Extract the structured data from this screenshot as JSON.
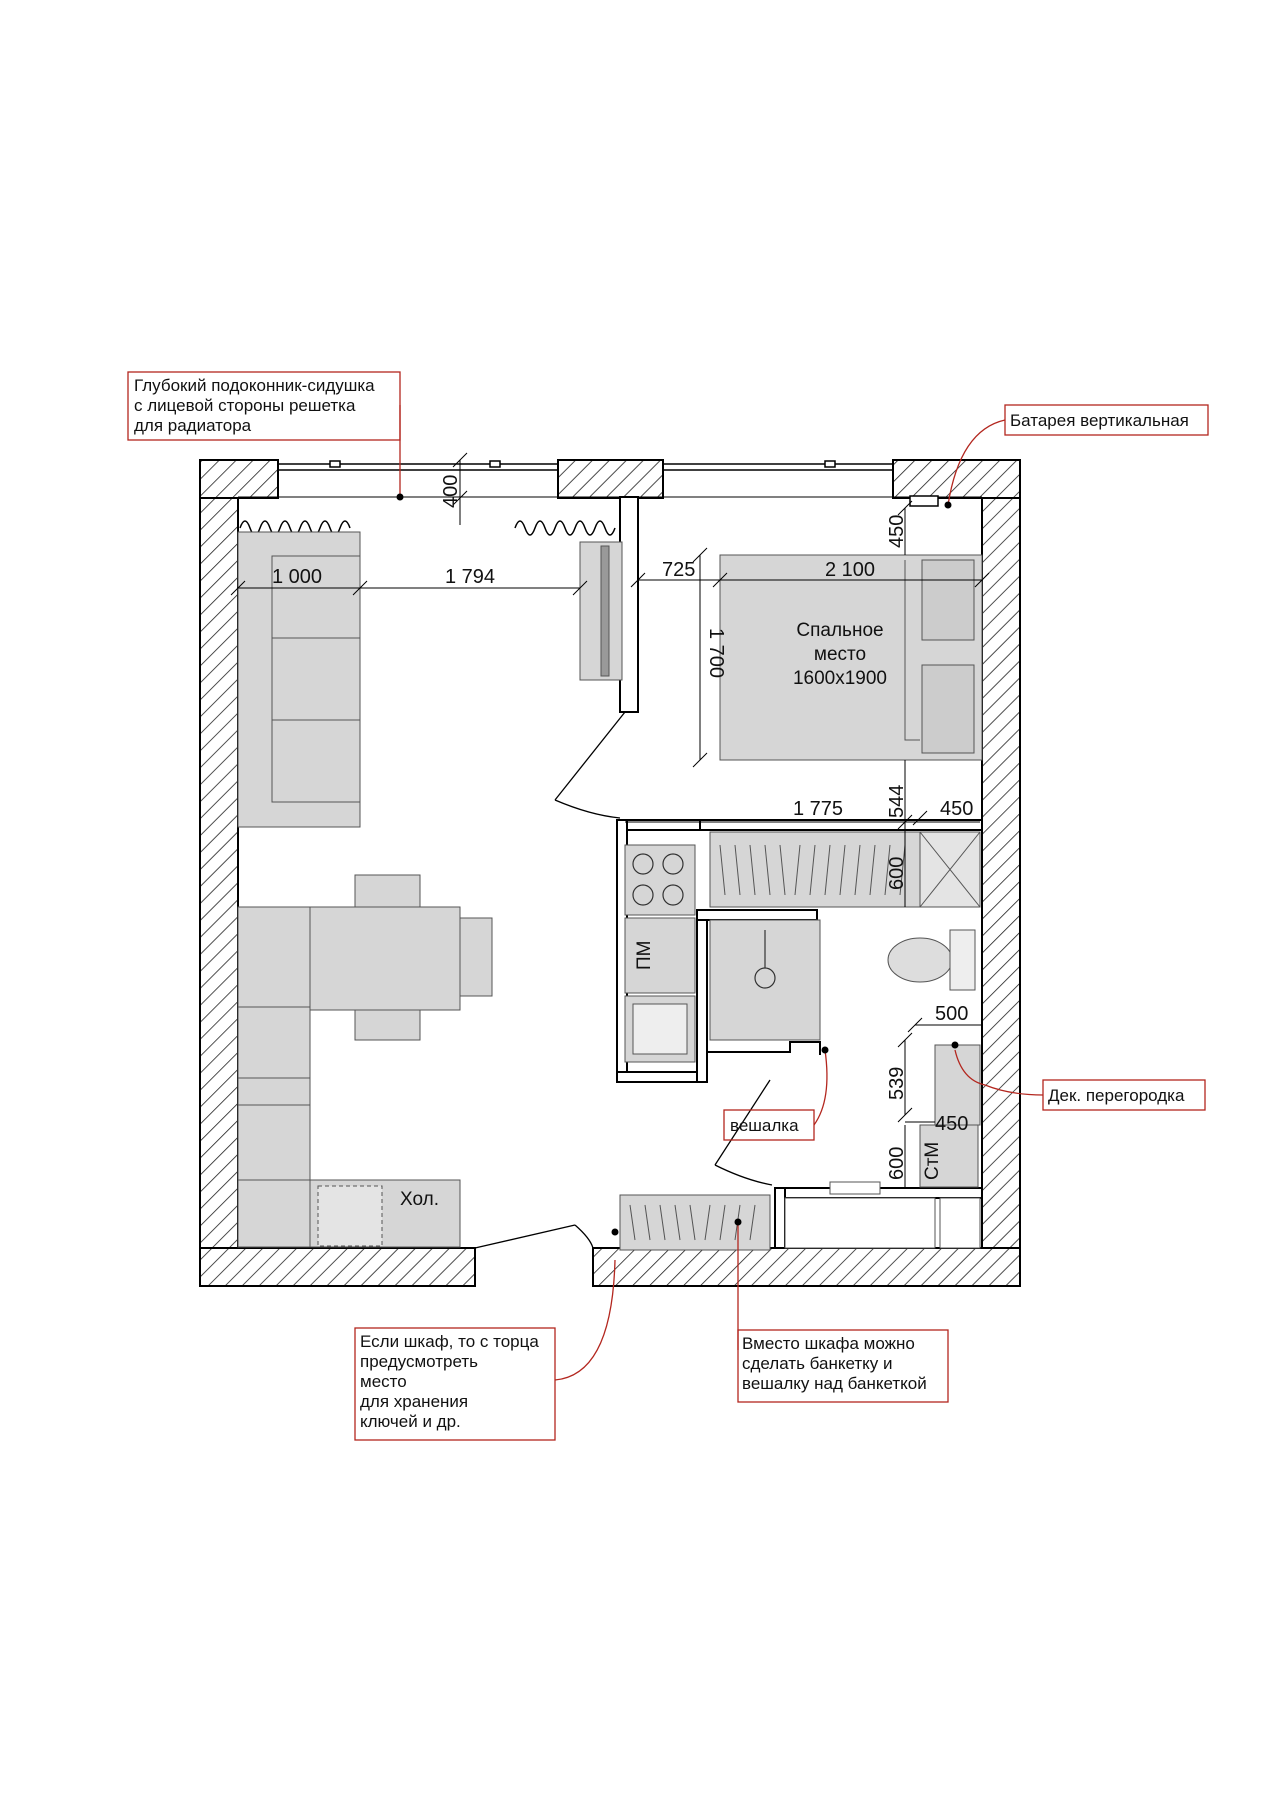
{
  "notes": {
    "sill": [
      "Глубокий подоконник-сидушка",
      "с лицевой стороны решетка",
      "для радиатора"
    ],
    "radiator": "Батарея вертикальная",
    "partition": "Дек. перегородка",
    "hanger": "вешалка",
    "cabinet_keys": [
      "Если шкаф, то с торца",
      "предусмотреть",
      "место",
      "для хранения",
      "ключей и др."
    ],
    "bench": [
      "Вместо шкафа можно",
      "сделать банкетку и",
      " вешалку над банкеткой"
    ]
  },
  "labels": {
    "bed": [
      "Спальное",
      "место",
      "1600х1900"
    ],
    "fridge": "Хол.",
    "dishwasher": "ПМ",
    "washer": "СтМ"
  },
  "dims": {
    "d400": "400",
    "d450_top": "450",
    "d1000": "1 000",
    "d1794": "1 794",
    "d725": "725",
    "d2100": "2 100",
    "d1700": "1 700",
    "d1775": "1 775",
    "d544": "544",
    "d450_mid": "450",
    "d600_wardrobe": "600",
    "d500": "500",
    "d539": "539",
    "d450_low": "450",
    "d600_low": "600"
  },
  "colors": {
    "wall": "#000000",
    "furniture": "#d6d6d6",
    "callout": "#b3261e"
  }
}
